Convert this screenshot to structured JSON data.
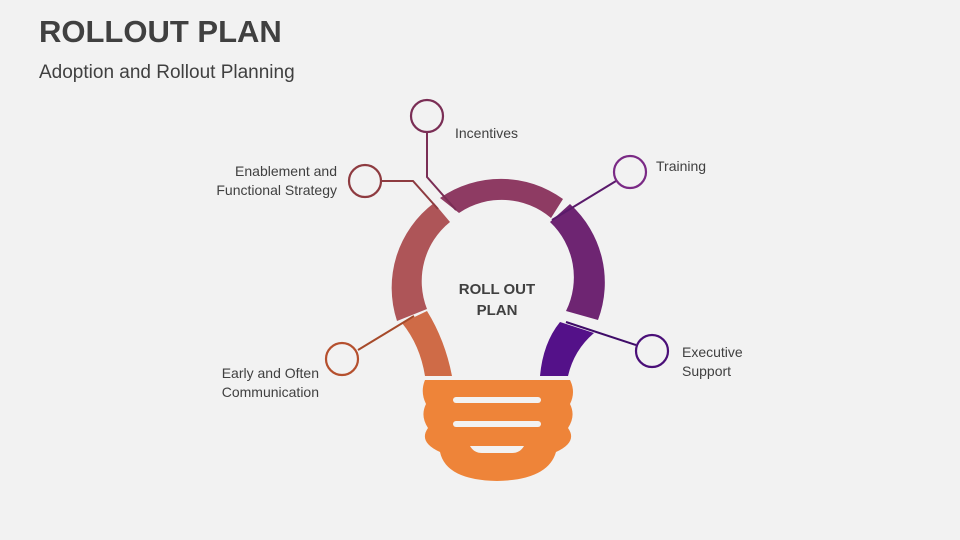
{
  "header": {
    "title": "ROLLOUT PLAN",
    "subtitle": "Adoption and Rollout Planning"
  },
  "diagram": {
    "center_label_line1": "ROLL OUT",
    "center_label_line2": "PLAN",
    "items": [
      {
        "label_line1": "Incentives",
        "label_line2": "",
        "color": "#7A2E55"
      },
      {
        "label_line1": "Training",
        "label_line2": "",
        "color": "#7A2A85"
      },
      {
        "label_line1": "Enablement and",
        "label_line2": "Functional Strategy",
        "color": "#8E3B40"
      },
      {
        "label_line1": "Executive",
        "label_line2": "Support",
        "color": "#4A0F78"
      },
      {
        "label_line1": "Early and Often",
        "label_line2": "Communication",
        "color": "#B5502E"
      }
    ],
    "segment_colors": {
      "top": "#8E3B63",
      "left": "#AE5558",
      "right": "#6E2572",
      "lower_left": "#CF6B47",
      "lower_right": "#541189",
      "base": "#EE8439"
    }
  }
}
